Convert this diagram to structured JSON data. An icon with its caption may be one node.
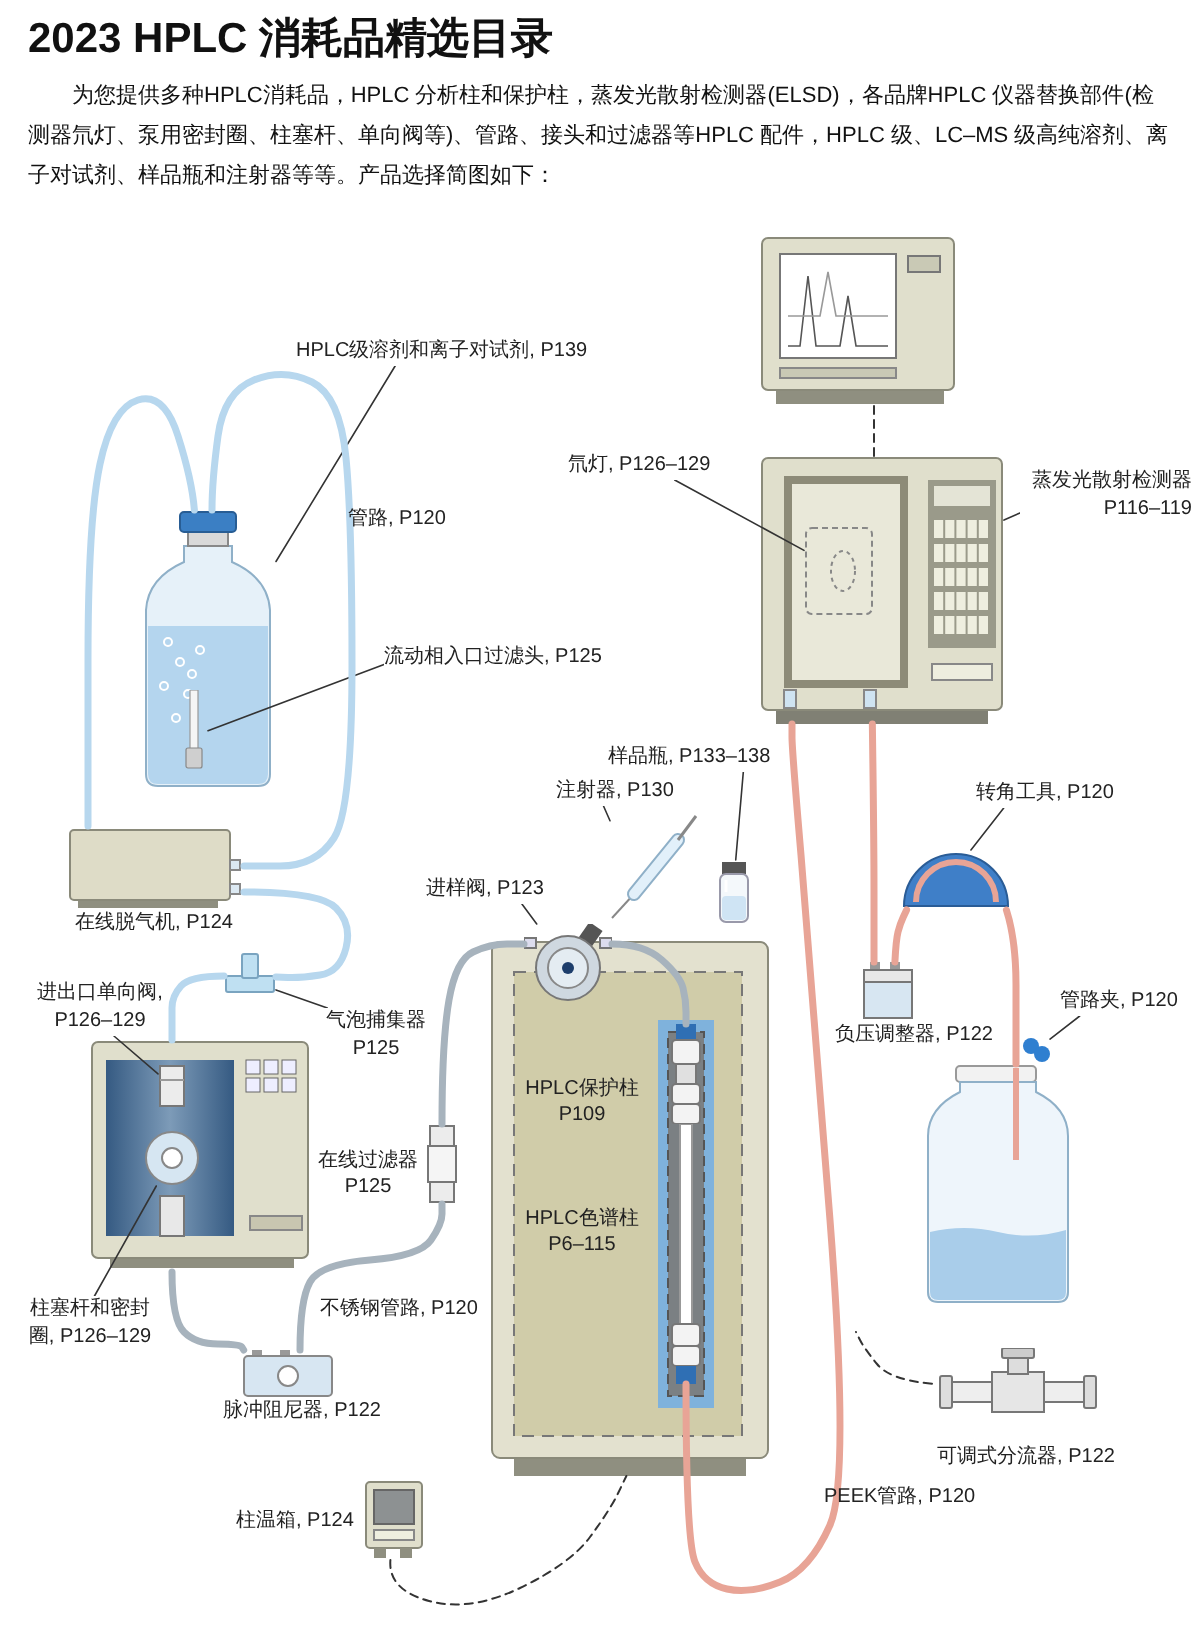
{
  "diagram": {
    "title": "2023 HPLC 消耗品精选目录",
    "nodes": [
      {
        "text": [],
        "shape": "picture"
      },
      {
        "text": [],
        "shape": "picture"
      },
      {
        "text": [
          "氘灯, P126–129"
        ]
      },
      {
        "text": [],
        "shape": "picture",
        "in": 1
      },
      {
        "text": [
          "蒸发光散射检测器 P116–119"
        ]
      },
      {
        "text": [
          "HPLC级溶剂和离子对试剂, P139"
        ]
      },
      {
        "text": [],
        "shape": "picture"
      },
      {
        "text": [
          "流动相入口过滤头, P125"
        ]
      },
      {
        "text": [],
        "shape": "picture",
        "in": 6
      },
      {
        "text": [
          "在线脱气机, P124"
        ]
      },
      {
        "text": [],
        "shape": "picture"
      },
      {
        "text": [
          "气泡捕集器 P125"
        ]
      },
      {
        "text": [],
        "shape": "picture"
      },
      {
        "text": [
          "进出口单向阀, P126–129"
        ]
      },
      {
        "text": [],
        "shape": "picture",
        "in": 12
      },
      {
        "text": [
          "柱塞杆和密封圈, P126–129"
        ]
      },
      {
        "text": [],
        "shape": "picture",
        "in": 12
      },
      {
        "text": [
          "脉冲阻尼器, P122"
        ]
      },
      {
        "text": [],
        "shape": "picture",
        "beside": [
          "在线过滤器 P125"
        ]
      },
      {
        "text": [],
        "shape": "picture"
      },
      {
        "text": [],
        "shape": "picture"
      },
      {
        "text": [
          "进样阀, P123"
        ]
      },
      {
        "text": [],
        "shape": "picture",
        "in": 19,
        "beside": [
          "HPLC保护柱 P109"
        ]
      },
      {
        "text": [],
        "shape": "picture",
        "in": 19,
        "beside": [
          "HPLC色谱柱 P6–115"
        ]
      },
      {
        "text": [
          "注射器, P130"
        ]
      },
      {
        "text": [],
        "shape": "picture"
      },
      {
        "text": [
          "样品瓶, P133–138"
        ]
      },
      {
        "text": [],
        "shape": "picture"
      },
      {
        "text": [
          "负压调整器, P122"
        ]
      },
      {
        "text": [
          "转角工具, P120"
        ]
      },
      {
        "text": [],
        "shape": "picture"
      },
      {
        "text": [
          "管路夹, P120"
        ]
      },
      {
        "text": [],
        "shape": "picture"
      },
      {
        "text": [],
        "shape": "picture"
      },
      {
        "text": [
          "可调式分流器, P122"
        ]
      },
      {
        "text": [
          "柱温箱, P124"
        ]
      }
    ],
    "edges": [
      {
        "from": 5,
        "to": 6,
        "arrow": "none"
      },
      {
        "from": 7,
        "to": 8,
        "arrow": "none"
      },
      {
        "from": 2,
        "to": 3,
        "arrow": "none"
      },
      {
        "from": 4,
        "to": 1,
        "arrow": "none"
      },
      {
        "from": 13,
        "to": 14,
        "arrow": "none"
      },
      {
        "from": 15,
        "to": 16,
        "arrow": "none"
      },
      {
        "from": 11,
        "to": 10,
        "arrow": "none"
      },
      {
        "from": 21,
        "to": 20,
        "arrow": "none"
      },
      {
        "from": 24,
        "to": 25,
        "arrow": "none"
      },
      {
        "from": 26,
        "to": 27,
        "arrow": "none"
      },
      {
        "from": 29,
        "to": 30,
        "arrow": "none"
      },
      {
        "from": 31,
        "to": 32,
        "arrow": "none"
      },
      {
        "from": 6,
        "to": 9,
        "arrow": "none",
        "style": "thick",
        "color": "#b7d7ee"
      },
      {
        "from": 6,
        "to": 9,
        "arrow": "none",
        "style": "thick",
        "color": "#b7d7ee"
      },
      {
        "from": 9,
        "to": 10,
        "arrow": "none",
        "style": "thick",
        "color": "#b7d7ee"
      },
      {
        "from": 10,
        "to": 12,
        "arrow": "none",
        "style": "thick",
        "color": "#b7d7ee"
      },
      {
        "from": 12,
        "to": 17,
        "arrow": "none",
        "style": "thick",
        "color": "#a7b3bd"
      },
      {
        "from": 17,
        "to": 18,
        "arrow": "none",
        "style": "thick",
        "color": "#a7b3bd"
      },
      {
        "from": 18,
        "to": 20,
        "arrow": "none",
        "style": "thick",
        "color": "#a7b3bd"
      },
      {
        "from": 20,
        "to": 22,
        "arrow": "none",
        "style": "thick",
        "color": "#a7b3bd"
      },
      {
        "from": 23,
        "to": 1,
        "arrow": "none",
        "style": "thick",
        "color": "#e8a496"
      },
      {
        "from": 1,
        "to": 28,
        "arrow": "none",
        "style": "thick",
        "color": "#e8a496"
      },
      {
        "from": 28,
        "to": 30,
        "arrow": "none",
        "style": "thick",
        "color": "#e8a496"
      },
      {
        "from": 30,
        "to": 33,
        "arrow": "none",
        "style": "thick",
        "color": "#e8a496"
      },
      {
        "from": 1,
        "to": 0,
        "arrow": "none",
        "style": "dashed"
      },
      {
        "from": 34,
        "to": null,
        "arrow": "none",
        "style": "dashed"
      },
      {
        "from": 35,
        "to": 19,
        "arrow": "none",
        "style": "dashed"
      }
    ],
    "labels": [
      "为您提供多种HPLC消耗品，HPLC 分析柱和保护柱，蒸发光散射检测器(ELSD)，各品牌HPLC 仪器替换部件(检测器氘灯、泵用密封圈、柱塞杆、单向阀等)、管路、接头和过滤器等HPLC 配件，HPLC 级、LC–MS 级高纯溶剂、离子对试剂、样品瓶和注射器等等。产品选择简图如下：",
      "管路, P120",
      "不锈钢管路, P120",
      "PEEK管路, P120"
    ]
  }
}
